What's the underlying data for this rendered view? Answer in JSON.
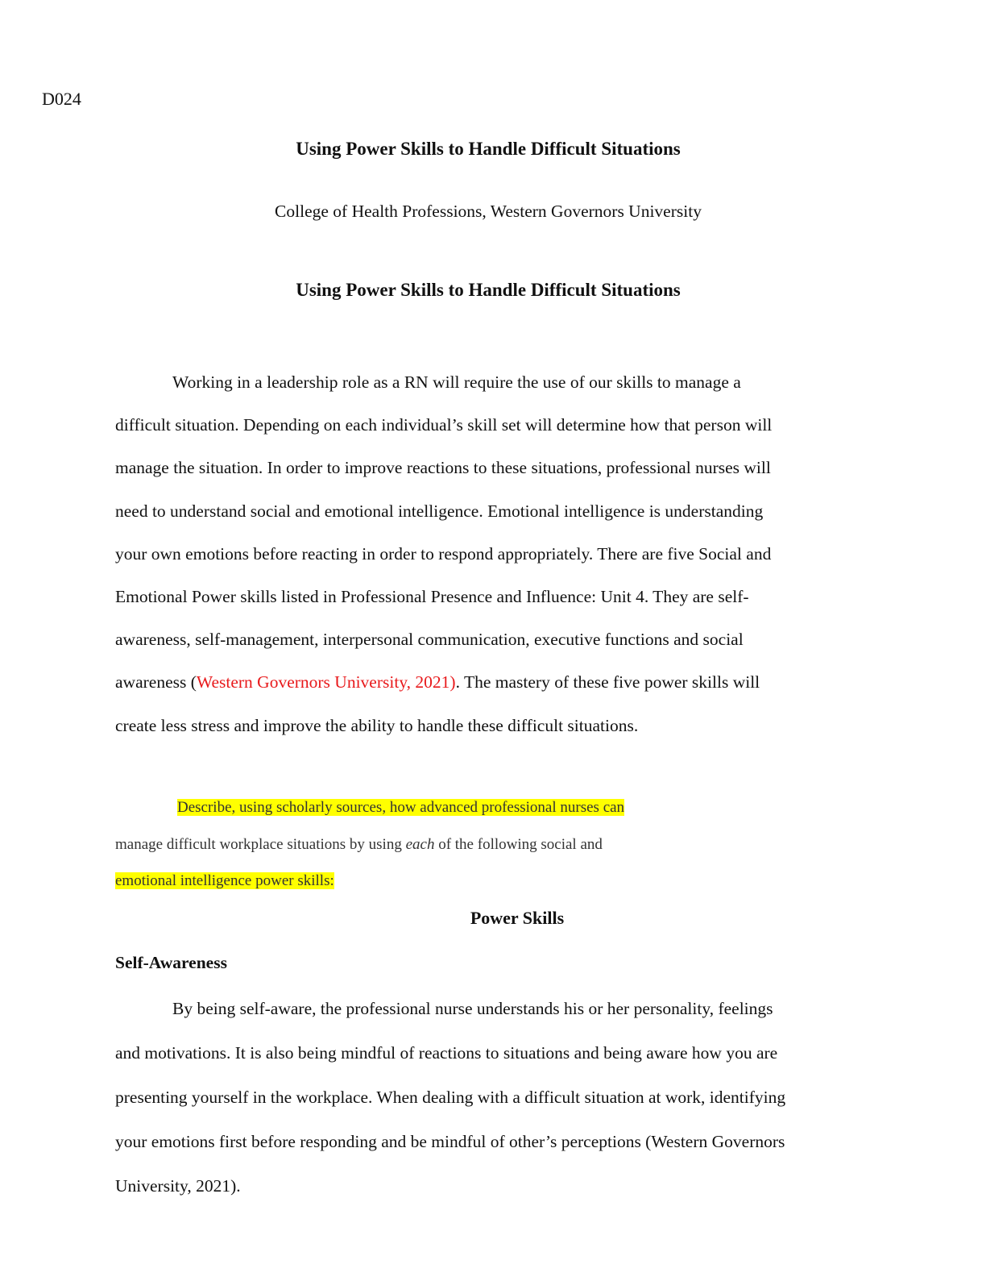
{
  "header": {
    "code": "D024"
  },
  "title_page": {
    "title": "Using Power Skills to Handle Difficult Situations",
    "affiliation": "College of Health Professions, Western Governors University"
  },
  "body_title": "Using Power Skills to Handle Difficult Situations",
  "intro": {
    "lines": [
      "Working in a leadership role as a RN will require the use of our skills to manage a",
      "difficult situation. Depending on each individual’s skill set will determine how that person will",
      "manage the situation.  In order to improve reactions to these situations, professional nurses will",
      "need to understand social and emotional intelligence. Emotional intelligence is understanding",
      "your own emotions before reacting in order to respond appropriately. There are five Social and",
      "Emotional Power skills listed in Professional Presence and Influence: Unit 4. They are self-",
      "awareness, self-management, interpersonal communication, executive functions and social"
    ],
    "citation_line": {
      "before": "awareness (",
      "citation": "Western Governors University, 2021)",
      "after": ". The mastery of these five power skills will"
    },
    "last_line": "create less stress and improve the ability to handle these difficult situations.",
    "citation_color": "#e8191b"
  },
  "prompt": {
    "line1": "Describe, using scholarly sources, how advanced professional nurses can",
    "line2_before": "manage difficult workplace situations by using ",
    "line2_em": "each",
    "line2_after": " of the following social and",
    "line3": "emotional intelligence power skills:",
    "highlight_color": "#ffff00"
  },
  "section_heading": "Power Skills",
  "subsection": {
    "heading": "Self-Awareness",
    "lines": [
      "By being self-aware, the professional nurse understands his or her personality, feelings",
      "and motivations. It is also being mindful of reactions to situations and being aware how you are",
      "presenting yourself in the workplace. When dealing with a difficult situation at work, identifying",
      "your emotions first before responding and be mindful of other’s perceptions (Western Governors",
      "University, 2021)."
    ]
  }
}
